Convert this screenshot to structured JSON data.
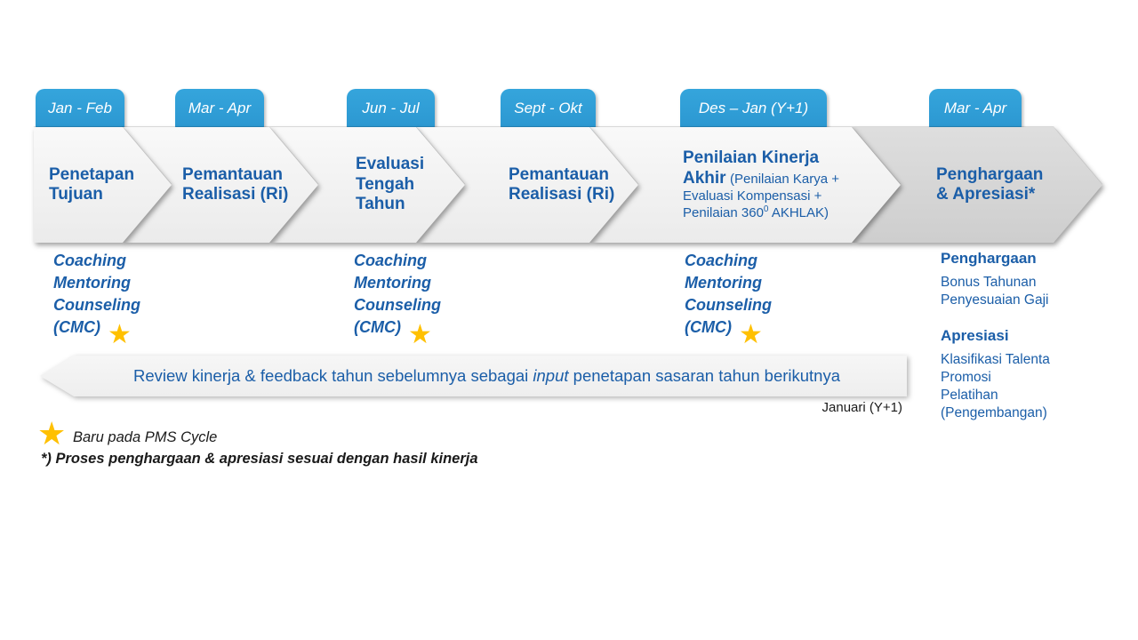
{
  "colors": {
    "badge_blue": "#2E9CD6",
    "text_blue": "#1B5EA8",
    "star_gold": "#FFC000",
    "arrow_light": "#F2F2F2",
    "arrow_dark": "#D6D6D6"
  },
  "stages": [
    {
      "badge": "Jan - Feb",
      "title": "Penetapan Tujuan"
    },
    {
      "badge": "Mar - Apr",
      "title": "Pemantauan Realisasi (Ri)"
    },
    {
      "badge": "Jun - Jul",
      "title": "Evaluasi Tengah Tahun"
    },
    {
      "badge": "Sept - Okt",
      "title": "Pemantauan Realisasi (Ri)"
    },
    {
      "badge": "Des – Jan (Y+1)",
      "title": "Penilaian Kinerja Akhir",
      "detail_pre": "(Penilaian Karya + Evaluasi Kompensasi + Penilaian 360",
      "detail_sup": "0",
      "detail_post": " AKHLAK)"
    },
    {
      "badge": "Mar - Apr",
      "title": "Penghargaan & Apresiasi*"
    }
  ],
  "cmc": {
    "lines": [
      "Coaching",
      "Mentoring",
      "Counseling",
      "(CMC)"
    ],
    "star": "★"
  },
  "rewards": {
    "heading1": "Penghargaan",
    "items1": [
      "Bonus Tahunan",
      "Penyesuaian Gaji"
    ],
    "heading2": "Apresiasi",
    "items2": [
      "Klasifikasi Talenta",
      "Promosi",
      "Pelatihan",
      "(Pengembangan)"
    ]
  },
  "review_bar": {
    "pre": "Review kinerja & feedback tahun sebelumnya sebagai ",
    "italic": "input",
    "post": " penetapan sasaran tahun berikutnya"
  },
  "january_label": "Januari (Y+1)",
  "legend": {
    "star": "★",
    "star_text": "Baru pada PMS Cycle",
    "footnote": "*) Proses penghargaan & apresiasi sesuai dengan hasil kinerja"
  }
}
